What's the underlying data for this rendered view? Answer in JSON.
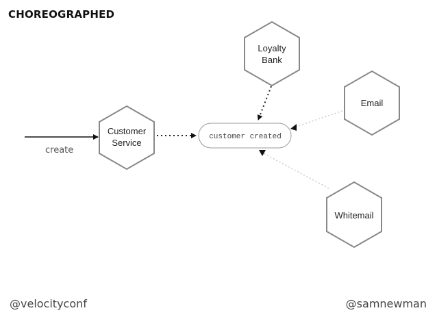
{
  "title": "CHOREOGRAPHED",
  "footer": {
    "left": "@velocityconf",
    "right": "@samnewman"
  },
  "diagram": {
    "input_label": "create",
    "event": "customer created",
    "services": {
      "customer_service": [
        "Customer",
        "Service"
      ],
      "loyalty_bank": [
        "Loyalty",
        "Bank"
      ],
      "email": [
        "Email"
      ],
      "whitemail": [
        "Whitemail"
      ]
    }
  }
}
